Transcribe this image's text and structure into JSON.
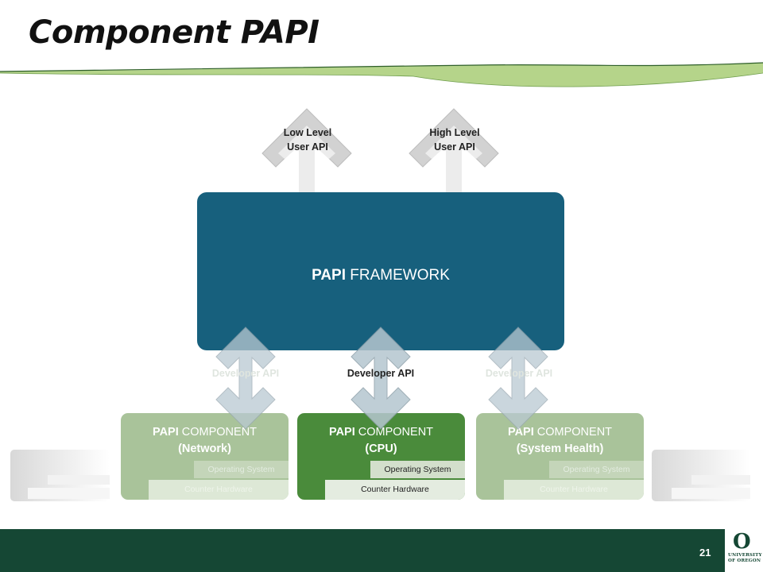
{
  "slide": {
    "title": "Component PAPI",
    "page_number": "21"
  },
  "top_apis": [
    {
      "line1": "Low Level",
      "line2": "User API"
    },
    {
      "line1": "High Level",
      "line2": "User API"
    }
  ],
  "framework": {
    "bold": "PAPI",
    "label": "FRAMEWORK"
  },
  "developer_apis": [
    {
      "label": "Developer API",
      "state": "faded"
    },
    {
      "label": "Developer API",
      "state": "active"
    },
    {
      "label": "Developer API",
      "state": "faded"
    }
  ],
  "components": [
    {
      "bold": "PAPI",
      "label": "COMPONENT",
      "name": "(Network)",
      "os": "Operating System",
      "hw": "Counter Hardware",
      "state": "faded"
    },
    {
      "bold": "PAPI",
      "label": "COMPONENT",
      "name": "(CPU)",
      "os": "Operating System",
      "hw": "Counter Hardware",
      "state": "active"
    },
    {
      "bold": "PAPI",
      "label": "COMPONENT",
      "name": "(System Health)",
      "os": "Operating System",
      "hw": "Counter Hardware",
      "state": "faded"
    }
  ],
  "logo": {
    "letter": "O",
    "line1": "UNIVERSITY",
    "line2": "OF OREGON"
  },
  "colors": {
    "framework": "#17607d",
    "component_active": "#4a8b3b",
    "component_faded": "#a9c39a",
    "footer": "#154734",
    "accent_wave": "#b5d48a"
  }
}
